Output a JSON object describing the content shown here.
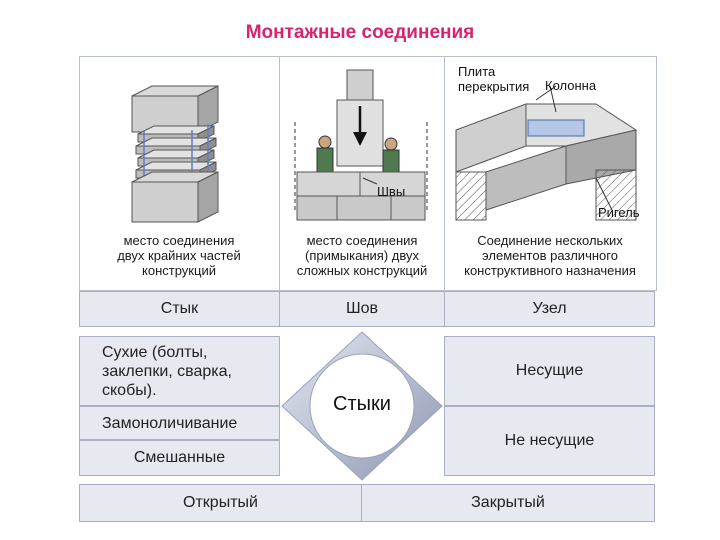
{
  "title": "Монтажные соединения",
  "panels": {
    "left_caption": [
      "место соединения",
      "двух крайних частей",
      "конструкций"
    ],
    "middle_caption": [
      "место соединения",
      "(примыкания) двух",
      "сложных конструкций"
    ],
    "right_caption": [
      "Соединение нескольких",
      "элементов различного",
      "конструктивного назначения"
    ],
    "middle_label": "Швы",
    "right_labels": {
      "slab": [
        "Плита",
        "перекрытия"
      ],
      "column": "Колонна",
      "girder": "Ригель"
    }
  },
  "types": [
    "Стык",
    "Шов",
    "Узел"
  ],
  "center_label": "Стыки",
  "left_group": [
    "Сухие (болты, заклепки, сварка, скобы).",
    "Замоноличивание",
    "Смешанные"
  ],
  "right_group": [
    "Несущие",
    "Не несущие"
  ],
  "bottom": [
    "Открытый",
    "Закрытый"
  ],
  "colors": {
    "title": "#d6246e",
    "cell": "#e7e9f1",
    "border": "#a9b0c2"
  }
}
